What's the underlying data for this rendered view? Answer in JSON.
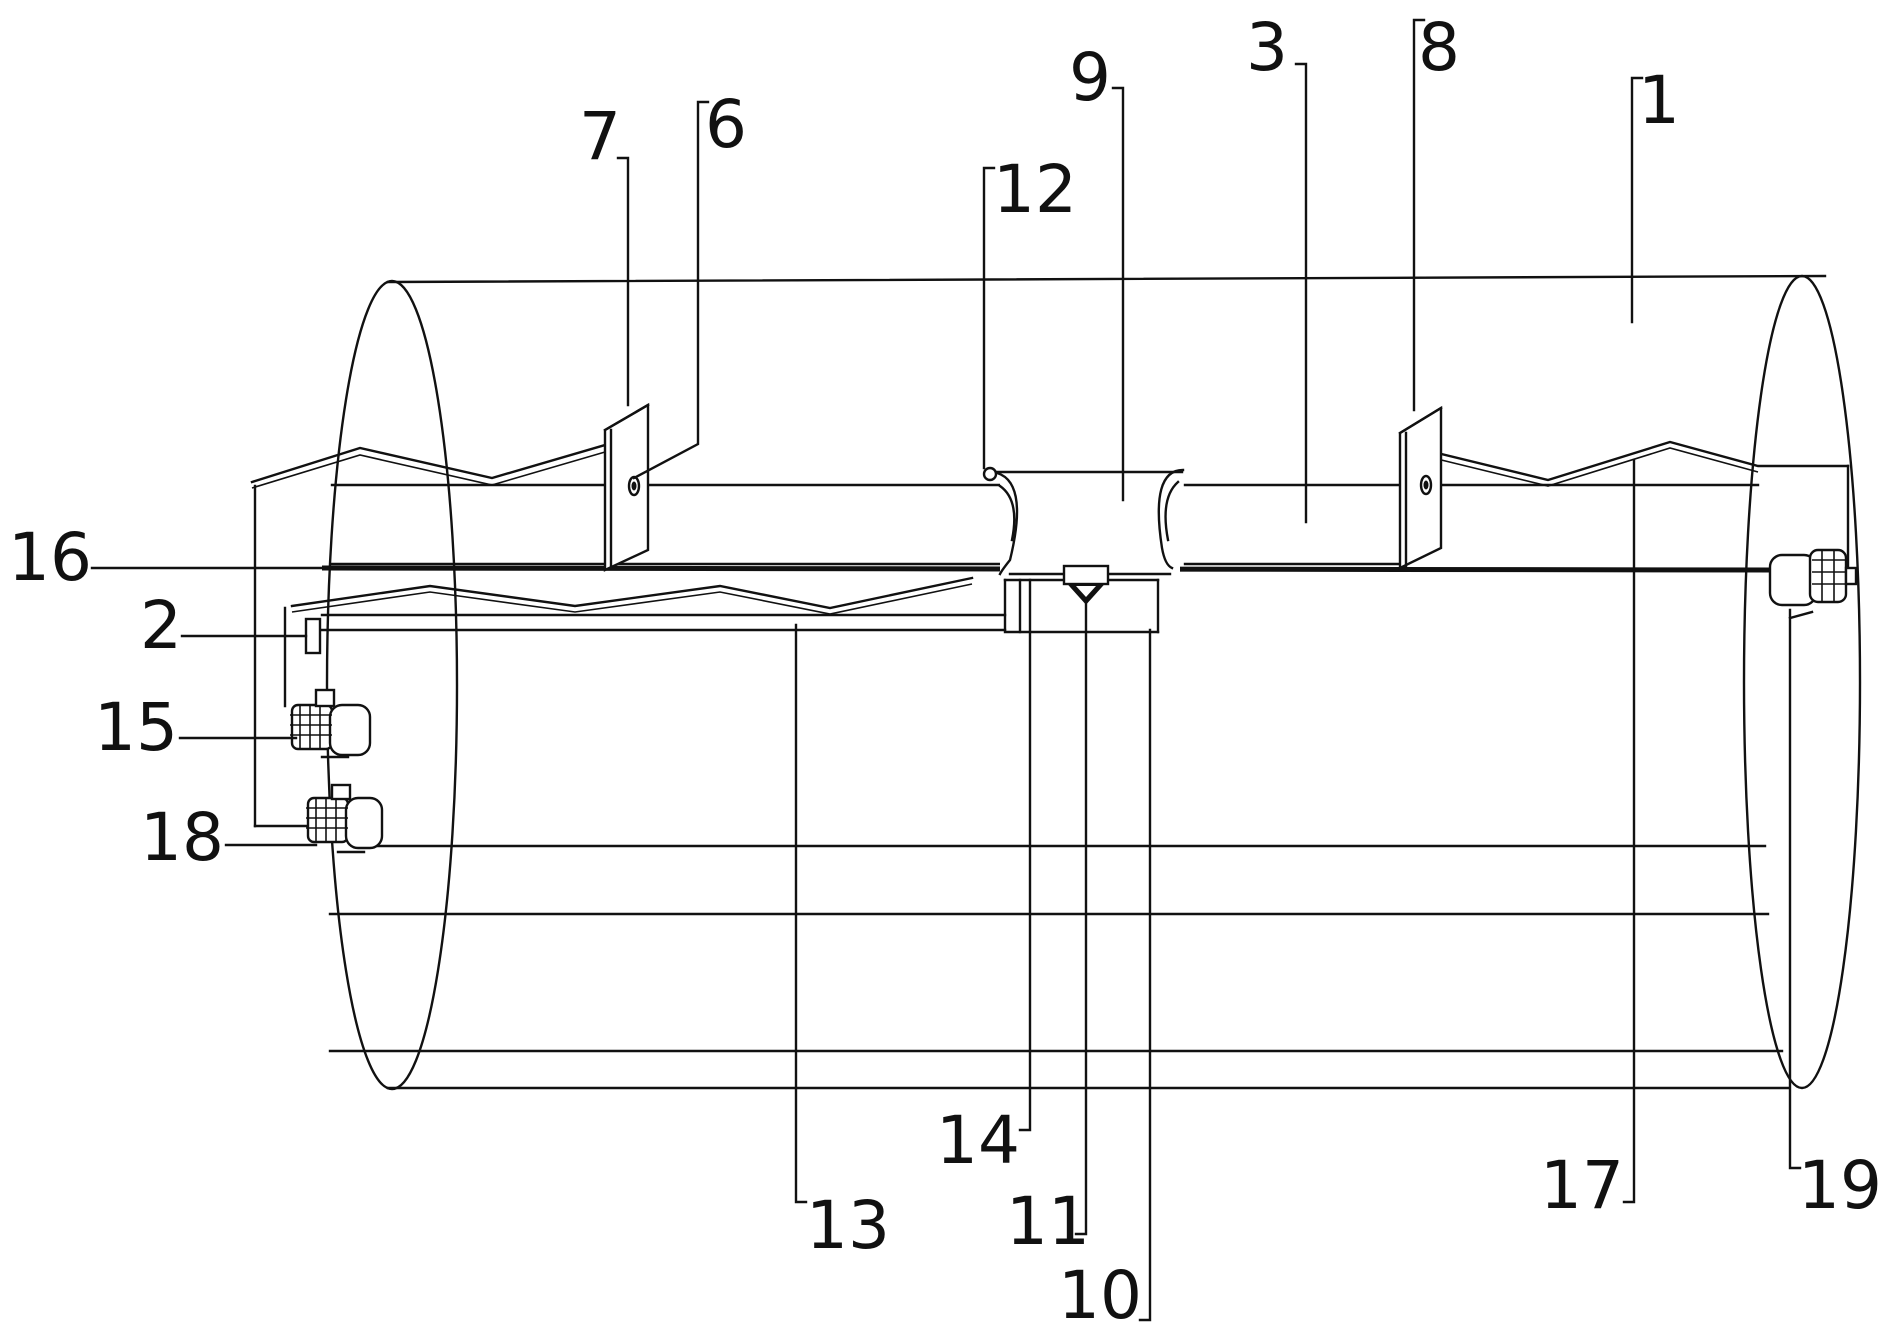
{
  "labels": {
    "tank": "1",
    "sensor_bracket": "2",
    "guide_shaft": "3",
    "bearing_hole": "6",
    "left_plate": "7",
    "right_plate": "8",
    "slider_sleeve": "9",
    "support_rod": "10",
    "nozzle": "11",
    "sleeve_ring": "12",
    "lower_rail": "13",
    "connector": "14",
    "lower_motor": "15",
    "lead_screw": "16",
    "upper_cable": "17",
    "bottom_motor": "18",
    "right_motor": "19"
  }
}
